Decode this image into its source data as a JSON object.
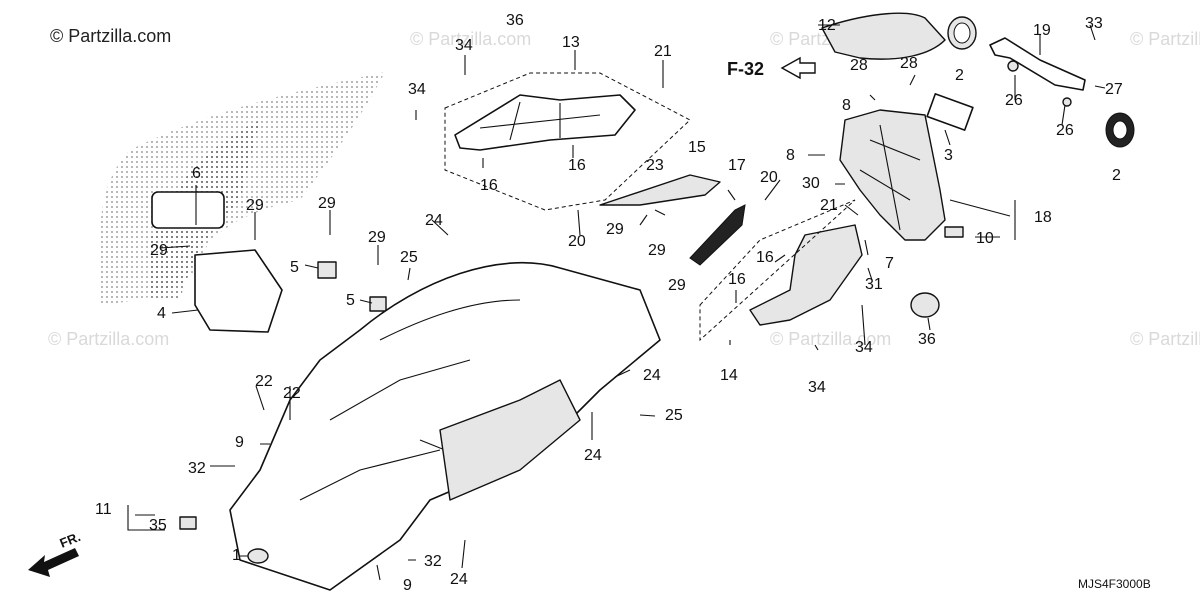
{
  "copyright": "© Partzilla.com",
  "watermark": "© Partzilla.com",
  "diagram_code": "MJS4F3000B",
  "ref_arrow_label": "F-32",
  "front_arrow_label": "FR.",
  "callouts": [
    "1",
    "2",
    "2",
    "3",
    "4",
    "5",
    "5",
    "6",
    "7",
    "8",
    "8",
    "9",
    "9",
    "10",
    "11",
    "12",
    "13",
    "14",
    "15",
    "16",
    "16",
    "16",
    "16",
    "17",
    "18",
    "19",
    "20",
    "20",
    "21",
    "21",
    "22",
    "22",
    "23",
    "24",
    "24",
    "24",
    "24",
    "25",
    "25",
    "26",
    "26",
    "27",
    "28",
    "28",
    "29",
    "29",
    "29",
    "29",
    "29",
    "29",
    "29",
    "30",
    "31",
    "32",
    "32",
    "33",
    "34",
    "34",
    "34",
    "34",
    "35",
    "36",
    "36"
  ]
}
